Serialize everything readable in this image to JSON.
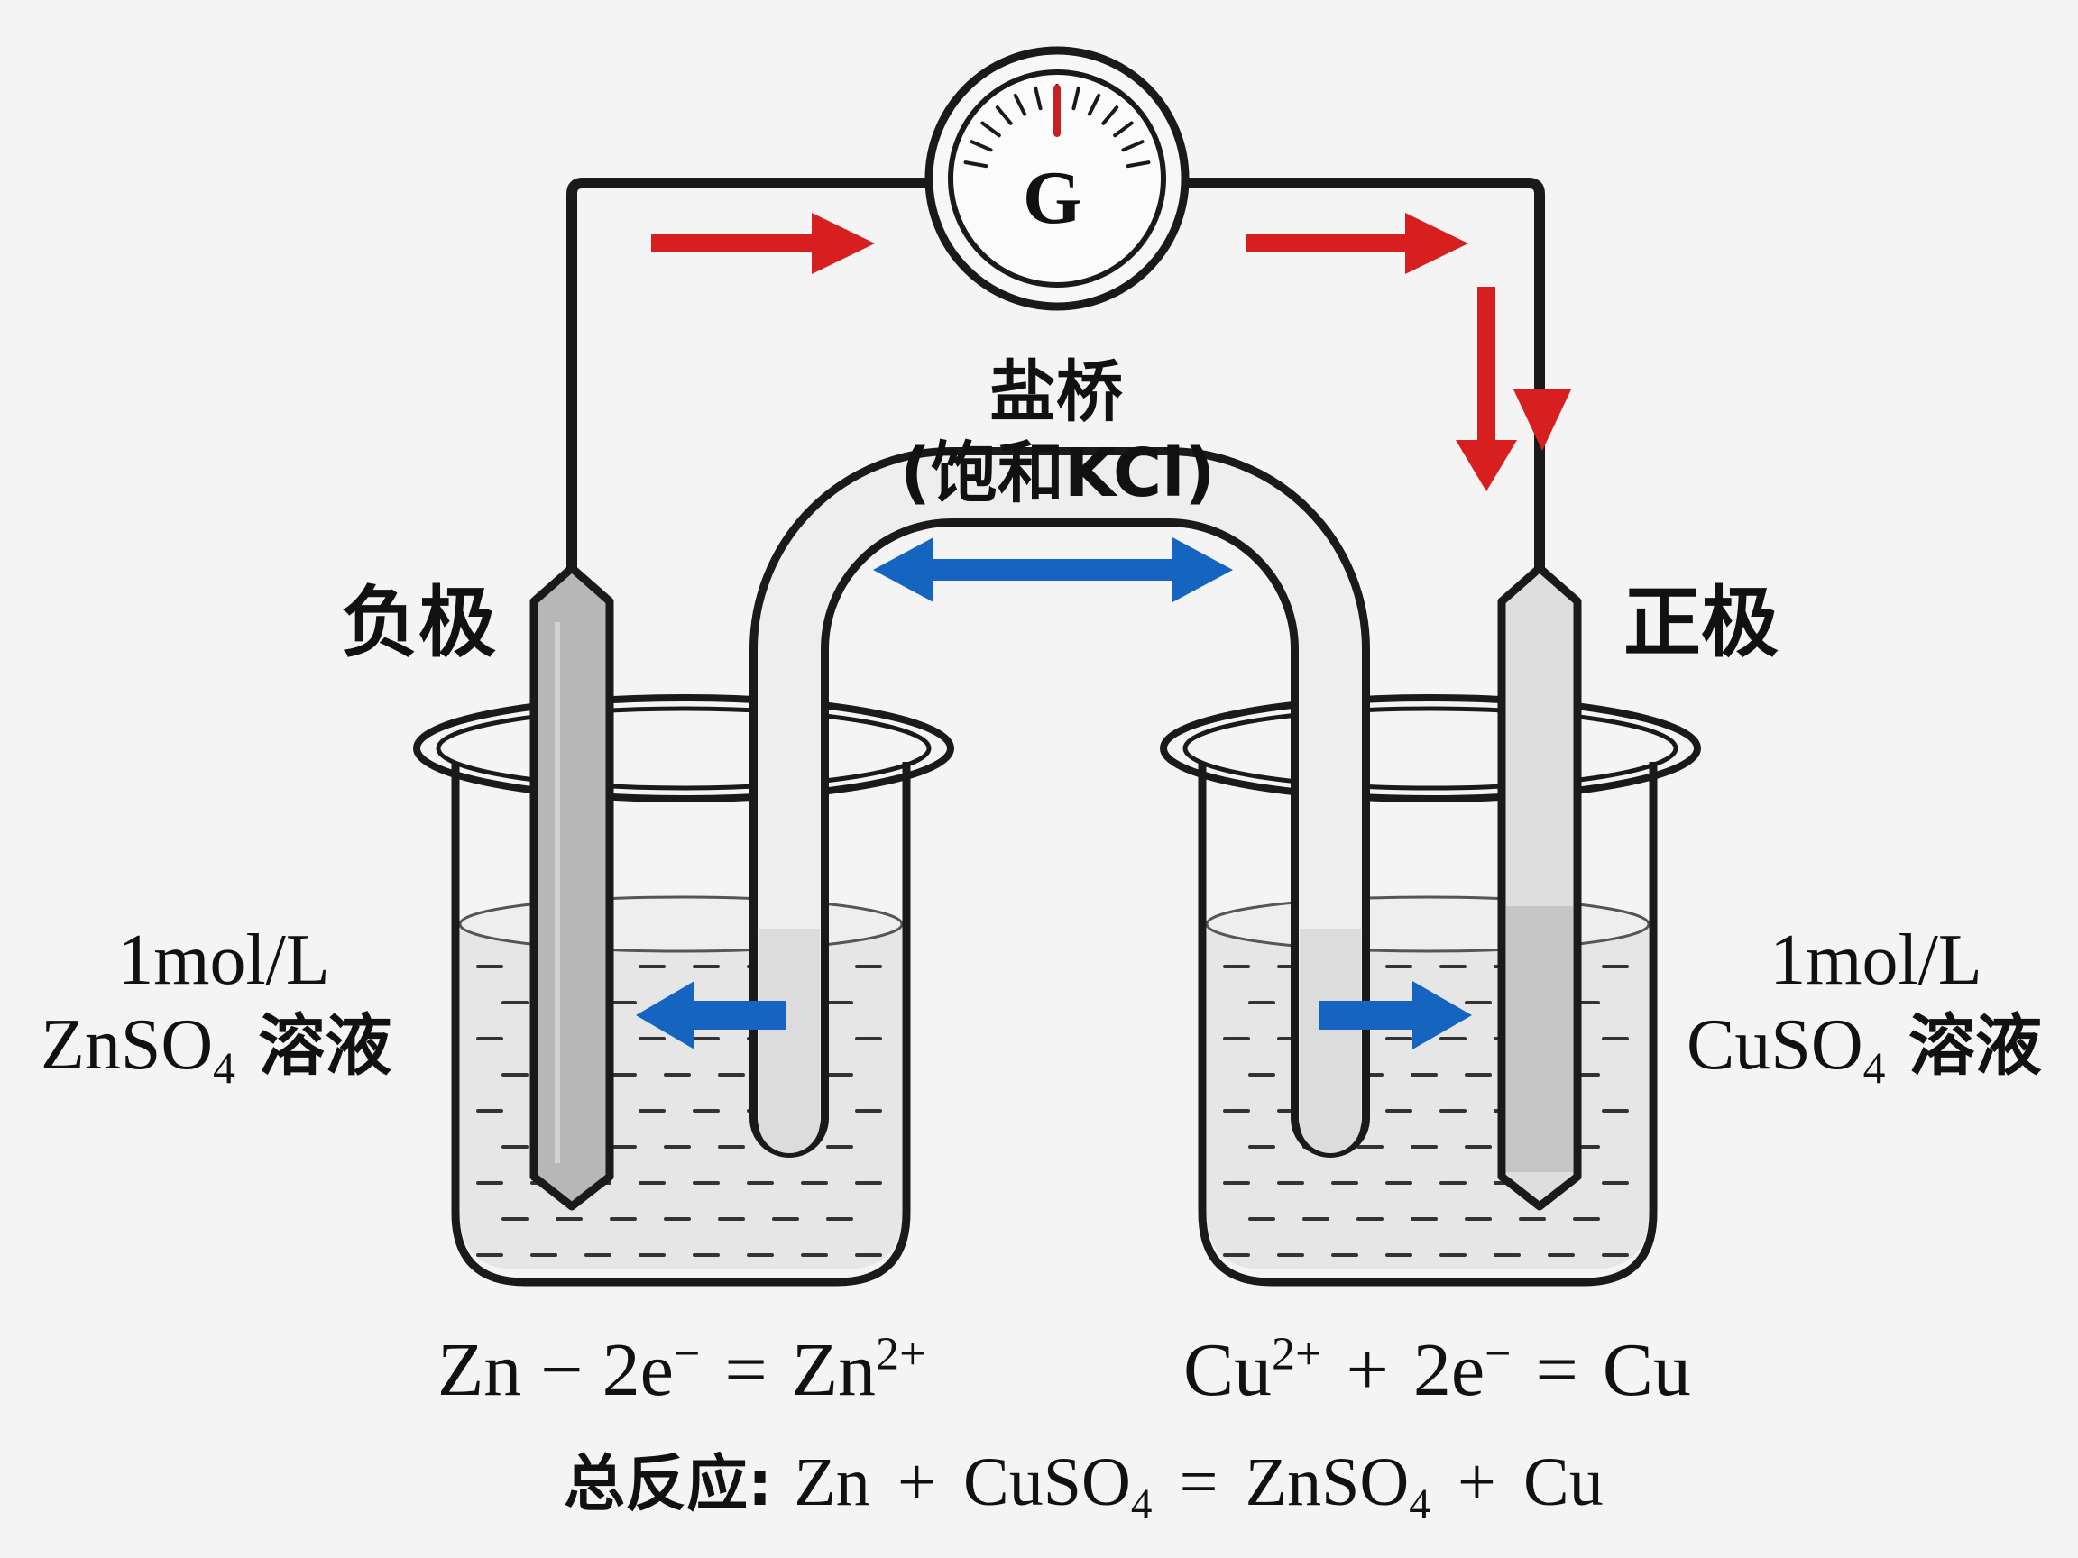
{
  "galvanometer": {
    "label": "G"
  },
  "salt_bridge": {
    "title": "盐桥",
    "content": "(饱和KCl)"
  },
  "electrodes": {
    "negative_label": "负极",
    "positive_label": "正极"
  },
  "solutions": {
    "left": {
      "concentration": "1mol/L",
      "formula_main": "ZnSO",
      "formula_sub": "4",
      "suffix": "溶液"
    },
    "right": {
      "concentration": "1mol/L",
      "formula_main": "CuSO",
      "formula_sub": "4",
      "suffix": "溶液"
    }
  },
  "half_reactions": {
    "anode": {
      "lhs": "Zn − 2e",
      "e_charge": "−",
      "eq": "=",
      "product": "Zn",
      "product_charge": "2+"
    },
    "cathode": {
      "ion": "Cu",
      "ion_charge": "2+",
      "plus": "+",
      "electrons": "2e",
      "e_charge": "−",
      "eq": "=",
      "product": "Cu"
    }
  },
  "overall": {
    "prefix": "总反应:",
    "r1": "Zn",
    "p1": "+",
    "r2_main": "CuSO",
    "r2_sub": "4",
    "eq": "=",
    "prod1_main": "ZnSO",
    "prod1_sub": "4",
    "p2": "+",
    "prod2": "Cu"
  },
  "colors": {
    "wire": "#1a1a1a",
    "current_arrow": "#d81f1f",
    "ion_arrow": "#1565c0",
    "zinc_electrode": "#b7b7b7",
    "copper_electrode": "#dedede",
    "solution": "#e6e6e6",
    "background": "#f4f4f4"
  }
}
